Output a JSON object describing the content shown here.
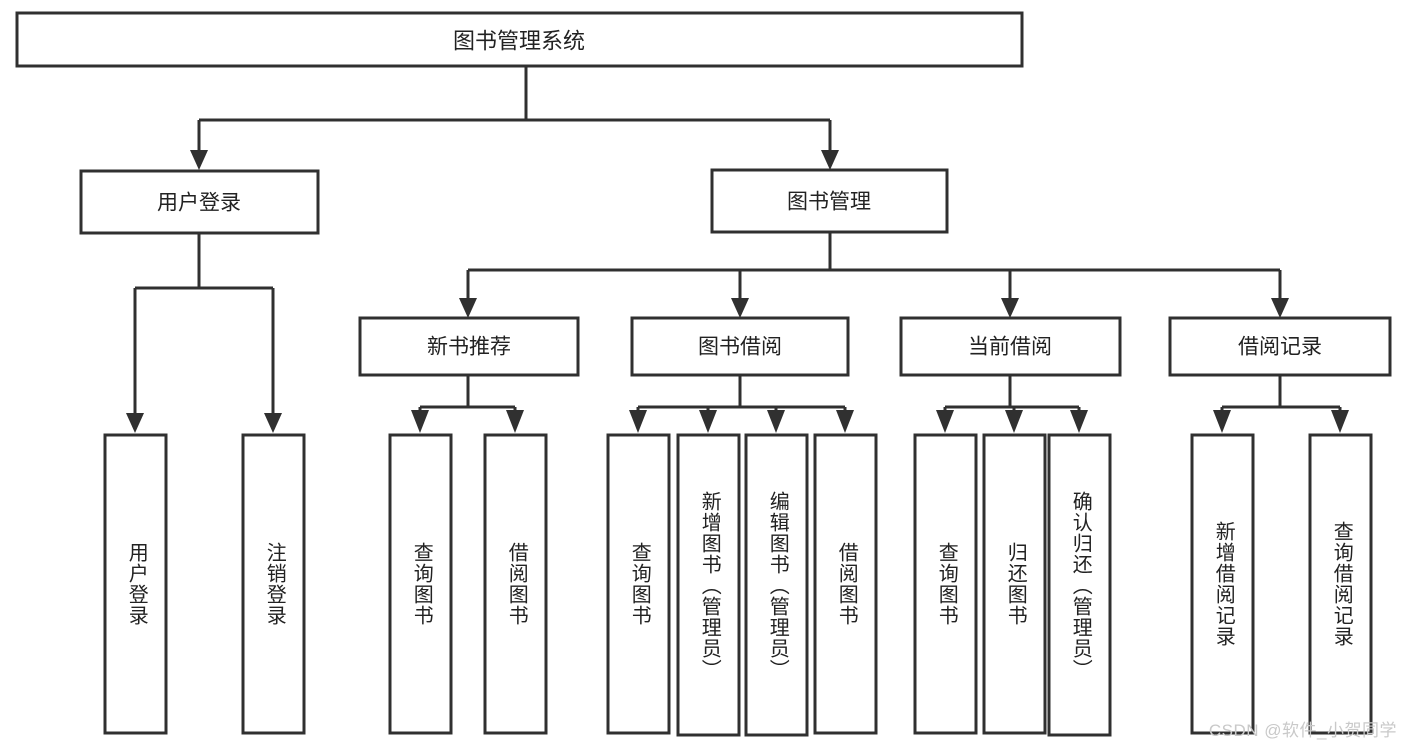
{
  "diagram": {
    "title_node": {
      "label": "图书管理系统"
    },
    "level1": [
      {
        "label": "用户登录"
      },
      {
        "label": "图书管理"
      }
    ],
    "level2": [
      {
        "label": "新书推荐"
      },
      {
        "label": "图书借阅"
      },
      {
        "label": "当前借阅"
      },
      {
        "label": "借阅记录"
      }
    ],
    "leaves": {
      "user_login": [
        {
          "label": "用户登录"
        },
        {
          "label": "注销登录"
        }
      ],
      "new_book_recommend": [
        {
          "label": "查询图书"
        },
        {
          "label": "借阅图书"
        }
      ],
      "book_borrow": [
        {
          "label": "查询图书"
        },
        {
          "label": "新增图书（管理员）"
        },
        {
          "label": "编辑图书（管理员）"
        },
        {
          "label": "借阅图书"
        }
      ],
      "current_borrow": [
        {
          "label": "查询图书"
        },
        {
          "label": "归还图书"
        },
        {
          "label": "确认归还（管理员）"
        }
      ],
      "borrow_record": [
        {
          "label": "新增借阅记录"
        },
        {
          "label": "查询借阅记录"
        }
      ]
    }
  },
  "watermark": {
    "text": "CSDN @软件_小贺同学"
  },
  "colors": {
    "stroke": "#303030",
    "box_fill": "#ffffff",
    "text": "#222222",
    "watermark": "#c9c9c9",
    "background": "#ffffff"
  }
}
